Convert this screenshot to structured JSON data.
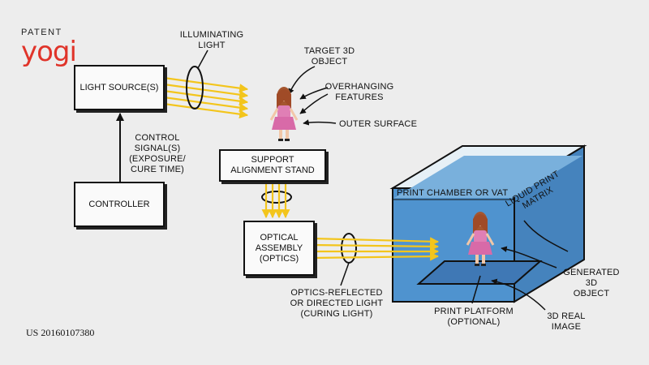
{
  "logo": {
    "top": "PATENT",
    "main": "yogi"
  },
  "patent_number": "US 20160107380",
  "boxes": {
    "light_source": "LIGHT SOURCE(S)",
    "controller": "CONTROLLER",
    "support": [
      "SUPPORT",
      "ALIGNMENT STAND"
    ],
    "optics": [
      "OPTICAL",
      "ASSEMBLY",
      "(OPTICS)"
    ]
  },
  "labels": {
    "illuminating": [
      "ILLUMINATING",
      "LIGHT"
    ],
    "target": [
      "TARGET 3D",
      "OBJECT"
    ],
    "overhanging": [
      "OVERHANGING",
      "FEATURES"
    ],
    "outer_surface": "OUTER SURFACE",
    "control": [
      "CONTROL",
      "SIGNAL(S)",
      "(EXPOSURE/",
      "CURE TIME)"
    ],
    "chamber": "PRINT CHAMBER OR VAT",
    "liquid": [
      "LIQUID PRINT",
      "MATRIX"
    ],
    "reflected": [
      "OPTICS-REFLECTED",
      "OR DIRECTED LIGHT",
      "(CURING LIGHT)"
    ],
    "platform": [
      "PRINT PLATFORM",
      "(OPTIONAL)"
    ],
    "generated": [
      "GENERATED 3D",
      "OBJECT"
    ],
    "real_image": [
      "3D REAL",
      "IMAGE"
    ]
  },
  "colors": {
    "brand_red": "#e0342a",
    "water": "#4f93cf",
    "beam": "#f3d21c",
    "doll_dress": "#e07fb5"
  }
}
